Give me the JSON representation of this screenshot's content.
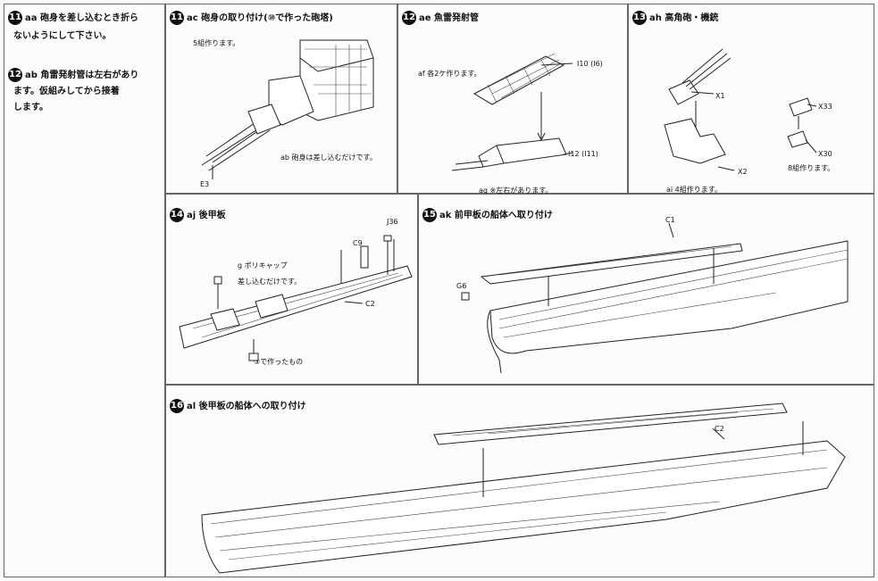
{
  "steps": {
    "s11a": {
      "num": "11",
      "title": "aa 砲身を差し込むとき折ら",
      "title2": "ないようにして下さい。"
    },
    "s12a": {
      "num": "12",
      "title": "ab 角雷発射管は左右があり",
      "title2": "ます。仮組みしてから接着",
      "title3": "します。"
    },
    "s11": {
      "num": "11",
      "title": "ac 砲身の取り付け(⑩で作った砲塔)",
      "note": "5組作ります。",
      "part": "E3",
      "note2": "ab 砲身は差し込むだけです。"
    },
    "s12": {
      "num": "12",
      "title": "ae 魚雷発射管",
      "note": "af 各2ケ作ります。",
      "part1": "I10 (I6)",
      "part2": "I12 (I11)",
      "note2": "ag ※左右があります。"
    },
    "s13": {
      "num": "13",
      "title": "ah 高角砲・機銃",
      "part1": "X1",
      "part2": "X33",
      "part3": "X2",
      "part4": "X30",
      "note1": "8組作ります。",
      "note2": "ai 4組作ります。"
    },
    "s14": {
      "num": "14",
      "title": "aj 後甲板",
      "part1": "J36",
      "part2": "C9",
      "part3": "C2",
      "note1": "g ポリキャップ",
      "note2": "差し込むだけです。",
      "note3": "③で作ったもの"
    },
    "s15": {
      "num": "15",
      "title": "ak 前甲板の船体へ取り付け",
      "part1": "C1",
      "part2": "G6"
    },
    "s16": {
      "num": "16",
      "title": "al 後甲板の船体への取り付け",
      "part1": "C2"
    }
  }
}
